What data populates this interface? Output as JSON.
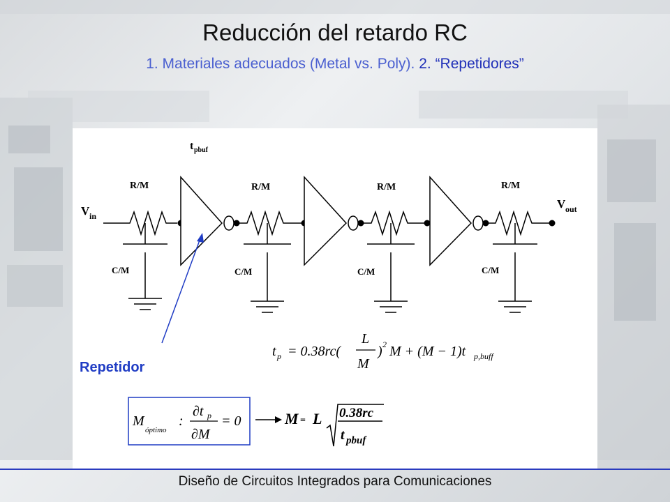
{
  "slide": {
    "title": "Reducción del retardo RC",
    "subtitle_part1": "1. Materiales adecuados (Metal vs. Poly). ",
    "subtitle_part2": "2. “Repetidores”",
    "footer": "Diseño de Circuitos Integrados para Comunicaciones"
  },
  "diagram": {
    "tpbuf_t": "t",
    "tpbuf_sub": "pbuf",
    "vin_v": "V",
    "vin_sub": "in",
    "vout_v": "V",
    "vout_sub": "out",
    "resistor_label": "R/M",
    "capacitor_label": "C/M",
    "repetidor_label": "Repetidor",
    "stage_count": 4,
    "colors": {
      "arrow": "#1f3cc4",
      "box": "#1f3cc4",
      "label": "#1f3cc4"
    }
  },
  "equations": {
    "tp_lhs": "t",
    "tp_lhs_sub": "p",
    "tp_eq": "= 0.38rc(",
    "frac_L": "L",
    "frac_M": "M",
    "tp_rest": ")",
    "tp_sq": "2",
    "tp_tail": "M + (M − 1)t",
    "tp_tail_sub": "p,buff",
    "mopt_M": "M",
    "mopt_sub": "óptimo",
    "mopt_colon": ":",
    "partial_num": "∂t",
    "partial_num_sub": "p",
    "partial_den": "∂M",
    "mopt_eq0": "= 0",
    "result_M": "M",
    "result_eq": "=",
    "result_L": "L",
    "result_num": "0.38rc",
    "result_den_t": "t",
    "result_den_sub": "pbuf"
  }
}
